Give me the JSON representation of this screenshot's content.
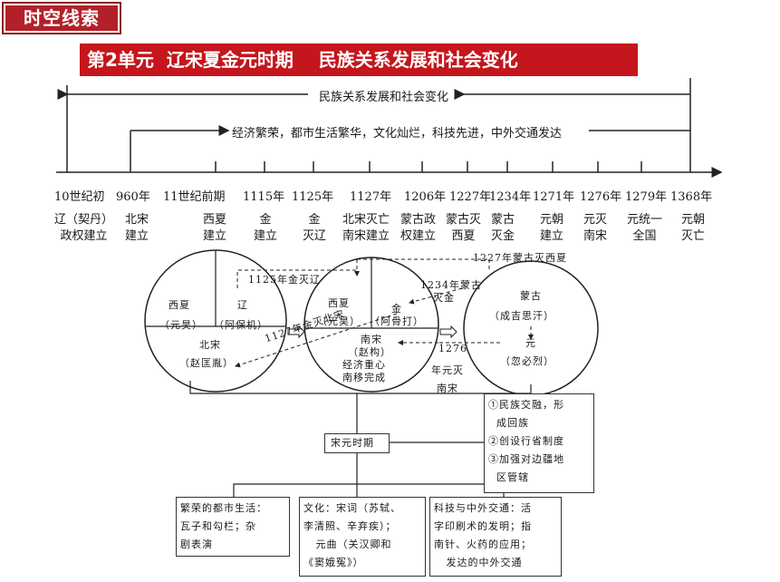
{
  "header": {
    "tag": "时空线索",
    "unit_title": "第2单元  辽宋夏金元时期    民族关系发展和社会变化"
  },
  "timeline": {
    "span_top": "民族关系发展和社会变化",
    "span_second": "经济繁荣，都市生活繁华，文化灿烂，科技先进，中外交通发达",
    "years": [
      "10世纪初",
      "960年",
      "11世纪前期",
      "1115年",
      "1125年",
      "1127年",
      "1206年",
      "1227年",
      "1234年",
      "1271年",
      "1276年",
      "1279年",
      "1368年"
    ],
    "events": [
      "辽（契丹）\n政权建立",
      "北宋\n建立",
      "西夏\n建立",
      "金\n建立",
      "金\n灭辽",
      "北宋灭亡\n南宋建立",
      "蒙古政\n权建立",
      "蒙古灭\n西夏",
      "蒙古\n灭金",
      "元朝\n建立",
      "元灭\n南宋",
      "元统一\n全国",
      "元朝\n灭亡"
    ]
  },
  "circles": {
    "c1": {
      "xixia": "西夏",
      "xixia_ruler": "（元昊）",
      "liao": "辽",
      "liao_ruler": "（阿保机）",
      "beisong": "北宋",
      "beisong_ruler": "（赵匡胤）"
    },
    "c2": {
      "xixia": "西夏",
      "xixia_ruler": "（元昊）",
      "jin": "金",
      "jin_ruler": "（阿骨打）",
      "nansong": "南宋",
      "nansong_ruler": "（赵构）",
      "econ1": "经济重心",
      "econ2": "南移完成"
    },
    "c3": {
      "menggu": "蒙古",
      "menggu_ruler": "（成吉思汗）",
      "yuan": "元",
      "yuan_ruler": "（忽必烈）"
    }
  },
  "arrows": {
    "a1125": "1125年金灭辽",
    "a1127": "1127年金灭北宋",
    "a1227": "1227年蒙古灭西夏",
    "a1234_1": "1234年蒙古",
    "a1234_2": "灭金",
    "a1276_1": "1276",
    "a1276_2": "年元灭",
    "a1276_3": "南宋"
  },
  "yuan_box": "①民族交融，形\n  成回族\n②创设行省制度\n③加强对边疆地\n  区管辖",
  "songyuan": "宋元时期",
  "bottom_boxes": [
    "繁荣的都市生活：\n瓦子和勾栏；杂\n剧表演",
    "文化：宋词（苏轼、\n李清照、辛弃疾）；\n   元曲（关汉卿和\n《窦娥冤》）",
    "科技与中外交通：活\n字印刷术的发明；指\n南针、火药的应用；\n   发达的中外交通"
  ]
}
